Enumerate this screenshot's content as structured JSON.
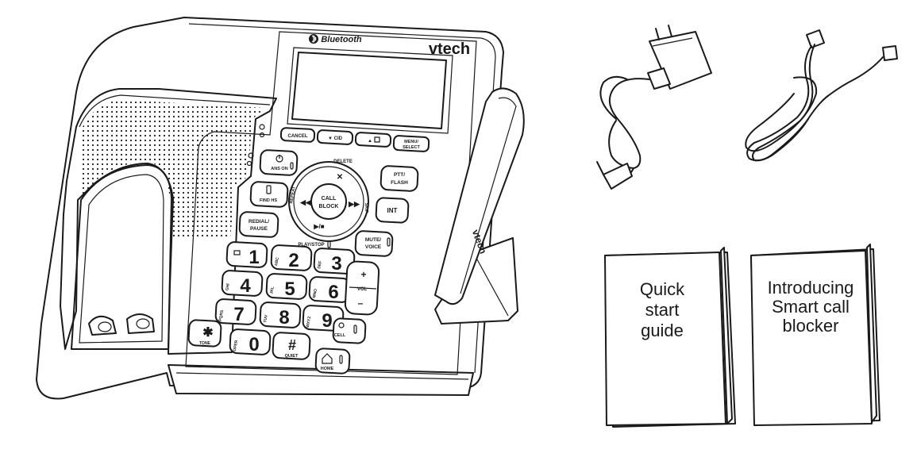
{
  "phone": {
    "brand": "vtech",
    "bluetooth": "Bluetooth",
    "keys": {
      "cancel": "CANCEL",
      "cid": "▼ CID",
      "up": "▲",
      "menu": "MENU/",
      "select": "SELECT",
      "ans_on": "ANS ON",
      "delete": "DELETE",
      "ptt": "PTT/",
      "flash": "FLASH",
      "find_hs": "FIND HS",
      "repeat": "REPEAT",
      "call": "CALL",
      "block": "BLOCK",
      "skip": "SKIP",
      "int": "INT",
      "redial": "REDIAL/",
      "pause": "PAUSE",
      "play_stop": "PLAY/STOP",
      "mute": "MUTE/",
      "voice": "VOICE",
      "vol": "VOL",
      "plus": "+",
      "minus": "–",
      "cell": "CELL",
      "tone": "TONE",
      "quiet": "QUIET",
      "home": "HOME",
      "digits": [
        "1",
        "2",
        "3",
        "4",
        "5",
        "6",
        "7",
        "8",
        "9",
        "0"
      ],
      "star": "✱",
      "hash": "#"
    }
  },
  "booklets": [
    {
      "lines": [
        "Quick",
        "start",
        "guide"
      ]
    },
    {
      "lines": [
        "Introducing",
        "Smart call",
        "blocker"
      ]
    }
  ],
  "icons": {
    "power": "power-icon",
    "mail": "mail-icon",
    "cell": "cell-icon",
    "home": "home-icon",
    "bluetooth": "bluetooth-icon"
  }
}
